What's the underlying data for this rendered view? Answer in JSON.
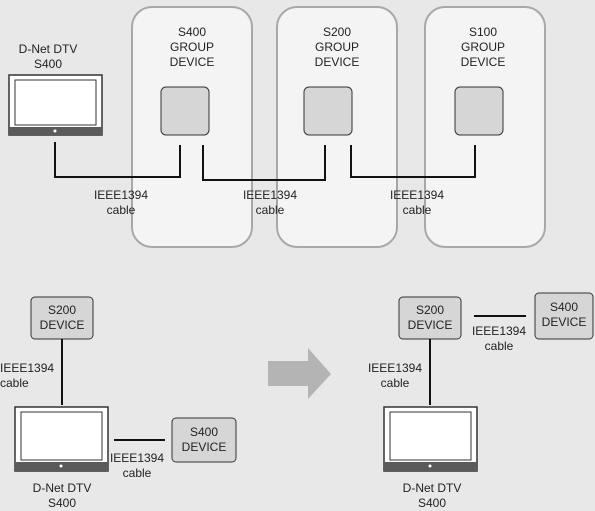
{
  "top": {
    "tv_label": "D-Net DTV\nS400",
    "groups": [
      {
        "label": "S400\nGROUP\nDEVICE"
      },
      {
        "label": "S200\nGROUP\nDEVICE"
      },
      {
        "label": "S100\nGROUP\nDEVICE"
      }
    ],
    "cables": [
      {
        "label": "IEEE1394\ncable"
      },
      {
        "label": "IEEE1394\ncable"
      },
      {
        "label": "IEEE1394\ncable"
      }
    ]
  },
  "bottom_left": {
    "s200_label": "S200\nDEVICE",
    "s400_label": "S400\nDEVICE",
    "cable_vertical_label": "IEEE1394\ncable",
    "cable_horizontal_label": "IEEE1394\ncable",
    "tv_label": "D-Net DTV\nS400"
  },
  "bottom_right": {
    "s200_label": "S200\nDEVICE",
    "s400_label": "S400\nDEVICE",
    "cable_vertical_label": "IEEE1394\ncable",
    "cable_horizontal_label": "IEEE1394\ncable",
    "tv_label": "D-Net DTV\nS400"
  },
  "colors": {
    "background": "#e8e8e8",
    "group_box_fill": "#f4f4f4",
    "group_box_stroke": "#a8a8a8",
    "device_fill": "#d6d6d6",
    "line": "#111111",
    "arrow": "#b4b4b4",
    "tv_bezel": "#5a5a5a"
  }
}
